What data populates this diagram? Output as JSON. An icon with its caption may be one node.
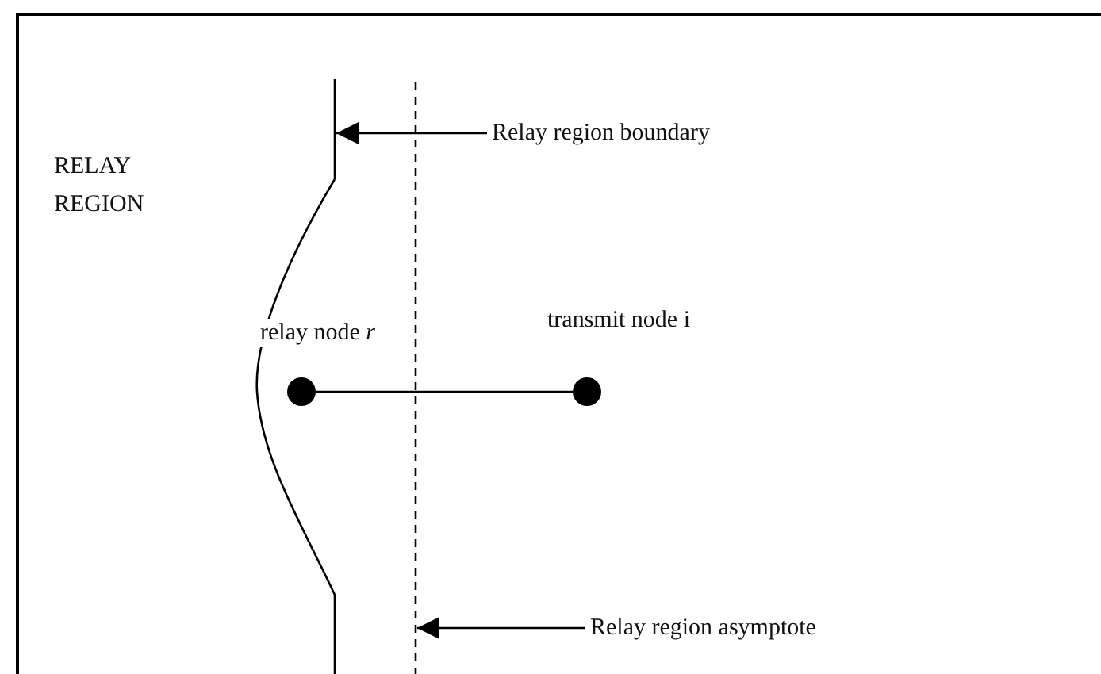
{
  "diagram": {
    "nodes": [
      {
        "text": [
          "Relay region boundary"
        ]
      },
      {
        "text": [],
        "shape": "curve"
      },
      {
        "text": [
          "Relay region asymptote"
        ]
      },
      {
        "text": [],
        "shape": "line"
      },
      {
        "text": [],
        "shape": "circle",
        "beside": [
          "relay node *r*"
        ]
      },
      {
        "text": [],
        "shape": "circle",
        "beside": [
          "transmit node i"
        ]
      }
    ],
    "edges": [
      {
        "from": 0,
        "to": 1,
        "arrow": "to"
      },
      {
        "from": 2,
        "to": 3,
        "arrow": "to"
      },
      {
        "from": 4,
        "to": 5,
        "arrow": "none"
      }
    ],
    "labels": [
      "RELAY REGION"
    ]
  }
}
